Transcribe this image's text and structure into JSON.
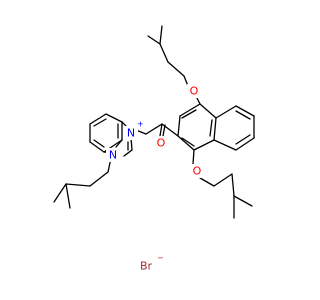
{
  "molecule": {
    "atoms": {
      "o_top": "O",
      "o_carbonyl": "O",
      "o_bottom": "O",
      "n_plus": "N",
      "n_ring": "N",
      "bromide": "Br"
    },
    "charges": {
      "n_plus": "+",
      "bromide": "−"
    },
    "colors": {
      "bond": "#000000",
      "oxygen": "#ff0000",
      "nitrogen": "#0000ff",
      "bromine": "#a52a2a"
    }
  }
}
